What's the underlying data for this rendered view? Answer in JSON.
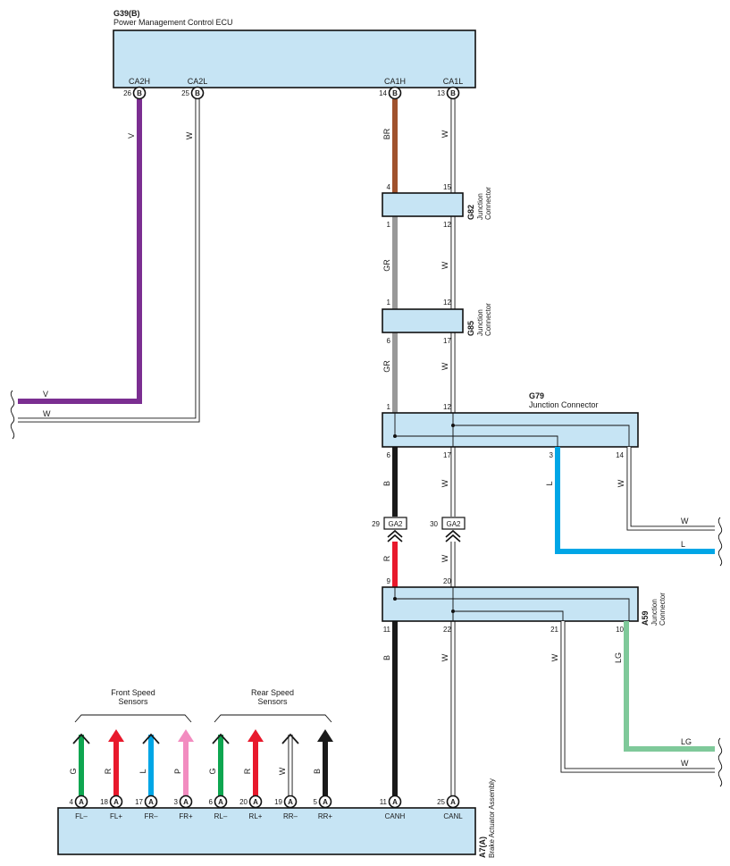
{
  "ecu": {
    "code": "G39(B)",
    "name": "Power Management Control ECU"
  },
  "ecu_pins": [
    {
      "num": "26",
      "conn": "B",
      "label": "CA2H",
      "wire": "V"
    },
    {
      "num": "25",
      "conn": "B",
      "label": "CA2L",
      "wire": "W"
    },
    {
      "num": "14",
      "conn": "B",
      "label": "CA1H",
      "wire": "BR"
    },
    {
      "num": "13",
      "conn": "B",
      "label": "CA1L",
      "wire": "W"
    }
  ],
  "left_exits": {
    "upper": "V",
    "lower": "W"
  },
  "g82": {
    "code": "G82",
    "line1": "Junction",
    "line2": "Connector",
    "pin_tl": "4",
    "pin_tr": "15",
    "pin_bl": "1",
    "pin_br": "12"
  },
  "mid_wires_1": {
    "left": "GR",
    "right": "W"
  },
  "g85": {
    "code": "G85",
    "line1": "Junction",
    "line2": "Connector",
    "pin_tl": "1",
    "pin_tr": "12",
    "pin_bl": "6",
    "pin_br": "17"
  },
  "mid_wires_2": {
    "left": "GR",
    "right": "W"
  },
  "g79": {
    "code": "G79",
    "name": "Junction Connector",
    "pin_tl": "1",
    "pin_tr": "12",
    "pin_b1": "6",
    "pin_b2": "17",
    "pin_b3": "3",
    "pin_b4": "14"
  },
  "g79_wires": {
    "b1": "B",
    "b2": "W",
    "b3": "L",
    "b4": "W"
  },
  "g79_exits": {
    "upper": "W",
    "lower": "L"
  },
  "ga2": {
    "left_num": "29",
    "right_num": "30",
    "label": "GA2"
  },
  "ga2_wires": {
    "left": "R",
    "right": "W"
  },
  "a59": {
    "code": "A59",
    "line1": "Junction",
    "line2": "Connector",
    "pin_tl": "9",
    "pin_tr": "20",
    "pin_b1": "11",
    "pin_b2": "22",
    "pin_b3": "21",
    "pin_b4": "10"
  },
  "a59_wires": {
    "b1": "B",
    "b2": "W",
    "b3": "W",
    "b4": "LG"
  },
  "a59_exits": {
    "upper": "LG",
    "lower": "W"
  },
  "front_group": {
    "line1": "Front Speed",
    "line2": "Sensors"
  },
  "rear_group": {
    "line1": "Rear Speed",
    "line2": "Sensors"
  },
  "bottom_pins": [
    {
      "num": "4",
      "conn": "A",
      "label": "FL–",
      "wire": "G"
    },
    {
      "num": "18",
      "conn": "A",
      "label": "FL+",
      "wire": "R"
    },
    {
      "num": "17",
      "conn": "A",
      "label": "FR–",
      "wire": "L"
    },
    {
      "num": "3",
      "conn": "A",
      "label": "FR+",
      "wire": "P"
    },
    {
      "num": "6",
      "conn": "A",
      "label": "RL–",
      "wire": "G"
    },
    {
      "num": "20",
      "conn": "A",
      "label": "RL+",
      "wire": "R"
    },
    {
      "num": "19",
      "conn": "A",
      "label": "RR–",
      "wire": "W"
    },
    {
      "num": "5",
      "conn": "A",
      "label": "RR+",
      "wire": "B"
    },
    {
      "num": "11",
      "conn": "A",
      "label": "CANH",
      "wire": ""
    },
    {
      "num": "25",
      "conn": "A",
      "label": "CANL",
      "wire": ""
    }
  ],
  "brake": {
    "code": "A7(A)",
    "name": "Brake Actuator Assembly"
  },
  "colors": {
    "box_fill": "#c6e4f4",
    "violet": "#7b2e91",
    "brown": "#a0522d",
    "gray": "#999999",
    "black": "#1a1a1a",
    "red": "#e8192c",
    "blue": "#00a6e6",
    "light_green": "#7fc99a",
    "green": "#0ea650",
    "pink": "#f28cc0"
  }
}
